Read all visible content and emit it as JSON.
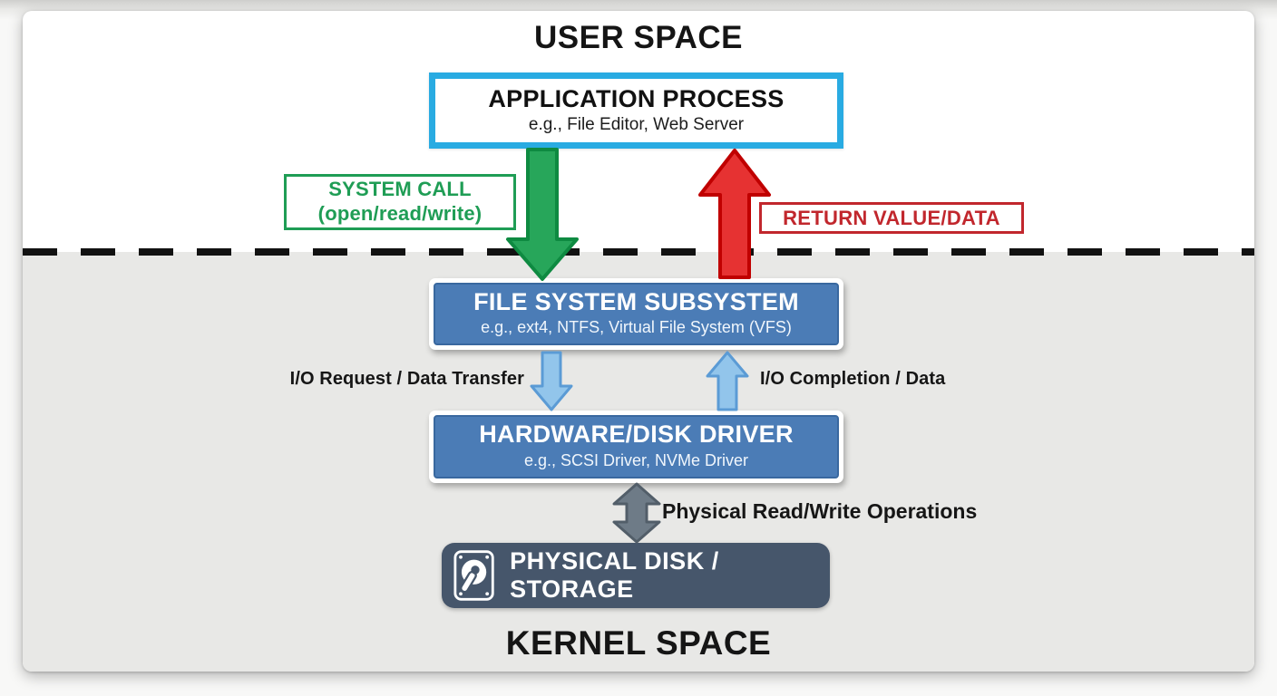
{
  "user_space_label": "USER SPACE",
  "kernel_space_label": "KERNEL SPACE",
  "application": {
    "title": "APPLICATION PROCESS",
    "subtitle": "e.g., File Editor, Web Server"
  },
  "system_call": {
    "line1": "SYSTEM CALL",
    "line2": "(open/read/write)"
  },
  "return_value_label": "RETURN VALUE/DATA",
  "file_system": {
    "title": "FILE SYSTEM SUBSYSTEM",
    "subtitle": "e.g., ext4, NTFS, Virtual File System (VFS)"
  },
  "io_request_label": "I/O Request / Data Transfer",
  "io_completion_label": "I/O Completion / Data",
  "driver": {
    "title": "HARDWARE/DISK DRIVER",
    "subtitle": "e.g., SCSI Driver, NVMe Driver"
  },
  "physical_ops_label": "Physical Read/Write Operations",
  "disk": {
    "title": "PHYSICAL DISK / STORAGE",
    "icon": "hard-drive-icon"
  },
  "colors": {
    "user_space_bg": "#ffffff",
    "kernel_space_bg": "#e8e8e6",
    "divider": "#121212",
    "app_border": "#29abe2",
    "green": "#1f9d55",
    "green_arrow_fill": "#27a65a",
    "green_arrow_stroke": "#0e8a41",
    "red": "#c1272d",
    "red_arrow_fill": "#e63232",
    "red_arrow_stroke": "#c00000",
    "box_blue": "#4b7cb6",
    "box_blue_border": "#39689f",
    "light_blue_fill": "#92c5eb",
    "light_blue_stroke": "#5b9bd5",
    "gray_arrow_fill": "#6e7b87",
    "gray_arrow_stroke": "#525e69",
    "disk_box": "#46566b"
  }
}
